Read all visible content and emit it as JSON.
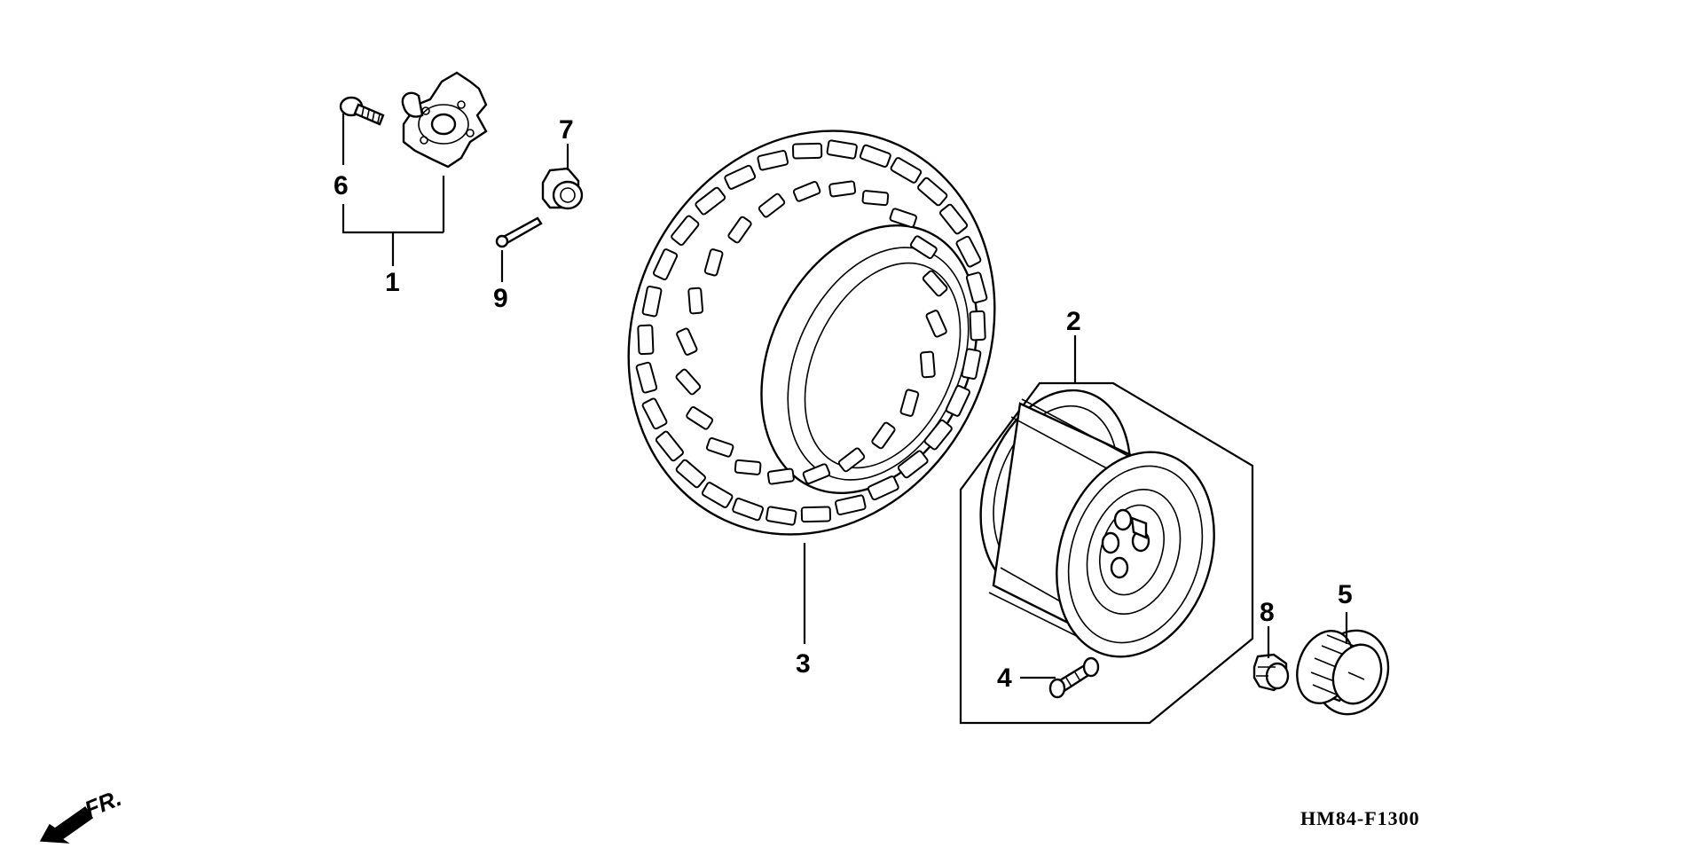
{
  "callouts": {
    "n1": "1",
    "n2": "2",
    "n3": "3",
    "n4": "4",
    "n5": "5",
    "n6": "6",
    "n7": "7",
    "n8": "8",
    "n9": "9"
  },
  "diagram_code": "HM84-F1300",
  "direction_label": "FR.",
  "colors": {
    "ink": "#000000",
    "paper": "#ffffff"
  }
}
